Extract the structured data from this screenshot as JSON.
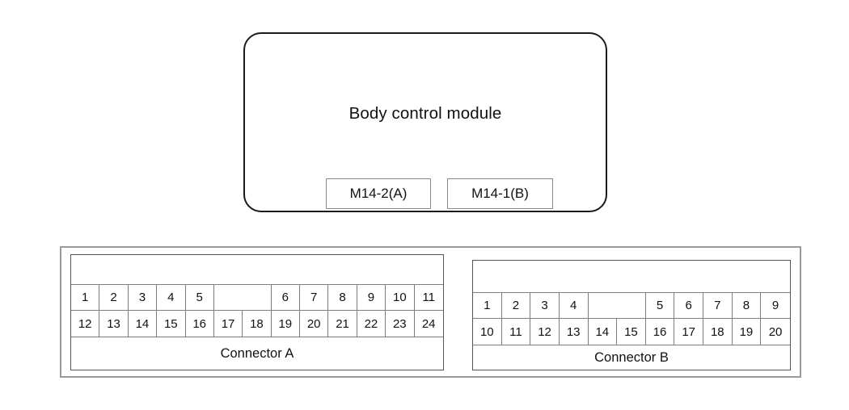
{
  "diagram": {
    "module": {
      "title": "Body control module",
      "tabs": [
        {
          "name": "connector-tab-a",
          "label": "M14-2(A)"
        },
        {
          "name": "connector-tab-b",
          "label": "M14-1(B)"
        }
      ]
    },
    "connectors": [
      {
        "id": "a",
        "label": "Connector A",
        "columns": 13,
        "top_row": [
          {
            "text": "1",
            "span": 1
          },
          {
            "text": "2",
            "span": 1
          },
          {
            "text": "3",
            "span": 1
          },
          {
            "text": "4",
            "span": 1
          },
          {
            "text": "5",
            "span": 1
          },
          {
            "text": "",
            "span": 2
          },
          {
            "text": "6",
            "span": 1
          },
          {
            "text": "7",
            "span": 1
          },
          {
            "text": "8",
            "span": 1
          },
          {
            "text": "9",
            "span": 1
          },
          {
            "text": "10",
            "span": 1
          },
          {
            "text": "11",
            "span": 1
          }
        ],
        "bottom_row": [
          {
            "text": "12",
            "span": 1
          },
          {
            "text": "13",
            "span": 1
          },
          {
            "text": "14",
            "span": 1
          },
          {
            "text": "15",
            "span": 1
          },
          {
            "text": "16",
            "span": 1
          },
          {
            "text": "17",
            "span": 1
          },
          {
            "text": "18",
            "span": 1
          },
          {
            "text": "19",
            "span": 1
          },
          {
            "text": "20",
            "span": 1
          },
          {
            "text": "21",
            "span": 1
          },
          {
            "text": "22",
            "span": 1
          },
          {
            "text": "23",
            "span": 1
          },
          {
            "text": "24",
            "span": 1
          }
        ]
      },
      {
        "id": "b",
        "label": "Connector B",
        "columns": 11,
        "top_row": [
          {
            "text": "1",
            "span": 1
          },
          {
            "text": "2",
            "span": 1
          },
          {
            "text": "3",
            "span": 1
          },
          {
            "text": "4",
            "span": 1
          },
          {
            "text": "",
            "span": 2
          },
          {
            "text": "5",
            "span": 1
          },
          {
            "text": "6",
            "span": 1
          },
          {
            "text": "7",
            "span": 1
          },
          {
            "text": "8",
            "span": 1
          },
          {
            "text": "9",
            "span": 1
          }
        ],
        "bottom_row": [
          {
            "text": "10",
            "span": 1
          },
          {
            "text": "11",
            "span": 1
          },
          {
            "text": "12",
            "span": 1
          },
          {
            "text": "13",
            "span": 1
          },
          {
            "text": "14",
            "span": 1
          },
          {
            "text": "15",
            "span": 1
          },
          {
            "text": "16",
            "span": 1
          },
          {
            "text": "17",
            "span": 1
          },
          {
            "text": "18",
            "span": 1
          },
          {
            "text": "19",
            "span": 1
          },
          {
            "text": "20",
            "span": 1
          }
        ]
      }
    ],
    "colors": {
      "module_border": "#1a1a1a",
      "frame_border": "#9a9a9a",
      "connector_border": "#555555",
      "grid_line": "#7d7d7d",
      "background": "#ffffff",
      "text": "#111111"
    }
  }
}
